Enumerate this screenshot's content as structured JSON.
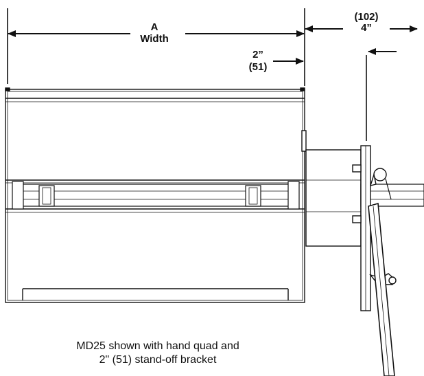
{
  "dimensions": {
    "width_letter": "A",
    "width_word": "Width",
    "offset_in": "2”",
    "offset_mm": "(51)",
    "projection_mm": "(102)",
    "projection_in": "4”"
  },
  "caption": {
    "line1": "MD25 shown with hand quad and",
    "line2": "2\" (51) stand-off bracket"
  }
}
